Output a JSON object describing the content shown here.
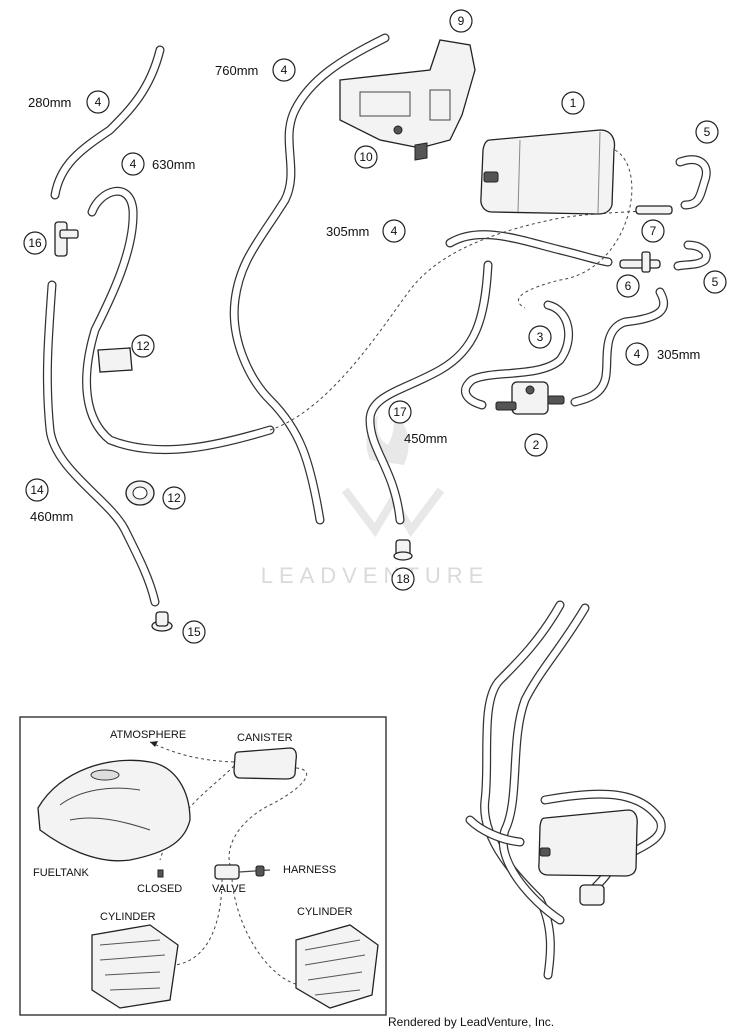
{
  "diagram": {
    "callouts": [
      {
        "id": "c1",
        "num": "1"
      },
      {
        "id": "c2",
        "num": "2"
      },
      {
        "id": "c3",
        "num": "3"
      },
      {
        "id": "c4a",
        "num": "4"
      },
      {
        "id": "c4b",
        "num": "4"
      },
      {
        "id": "c4c",
        "num": "4"
      },
      {
        "id": "c4d",
        "num": "4"
      },
      {
        "id": "c4e",
        "num": "4"
      },
      {
        "id": "c5a",
        "num": "5"
      },
      {
        "id": "c5b",
        "num": "5"
      },
      {
        "id": "c6",
        "num": "6"
      },
      {
        "id": "c7",
        "num": "7"
      },
      {
        "id": "c9",
        "num": "9"
      },
      {
        "id": "c10",
        "num": "10"
      },
      {
        "id": "c12a",
        "num": "12"
      },
      {
        "id": "c12b",
        "num": "12"
      },
      {
        "id": "c14",
        "num": "14"
      },
      {
        "id": "c15",
        "num": "15"
      },
      {
        "id": "c16",
        "num": "16"
      },
      {
        "id": "c17",
        "num": "17"
      },
      {
        "id": "c18",
        "num": "18"
      }
    ],
    "lengths": {
      "hose_280": "280mm",
      "hose_760": "760mm",
      "hose_630": "630mm",
      "hose_305_upper": "305mm",
      "hose_305_lower": "305mm",
      "hose_450": "450mm",
      "hose_460": "460mm"
    },
    "watermark": "LEADVENTURE",
    "schematic": {
      "atmosphere": "ATMOSPHERE",
      "canister": "CANISTER",
      "fueltank": "FUELTANK",
      "closed": "CLOSED",
      "valve": "VALVE",
      "harness": "HARNESS",
      "cylinder_left": "CYLINDER",
      "cylinder_right": "CYLINDER"
    }
  },
  "footer": {
    "credit": "Rendered by LeadVenture, Inc."
  }
}
